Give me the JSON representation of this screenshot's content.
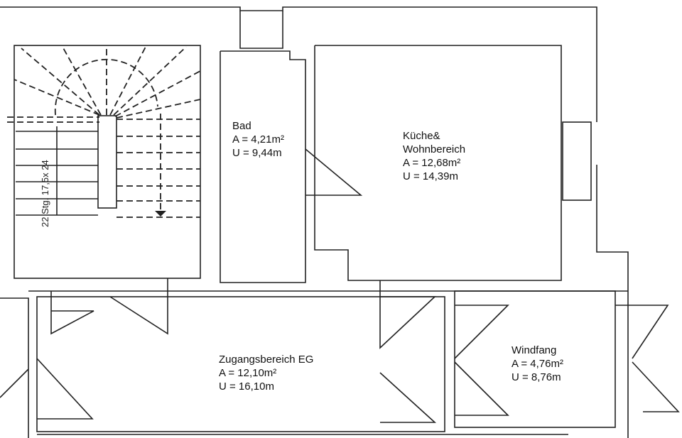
{
  "stair_label": "22 Stg. 17,5x 24",
  "rooms": [
    {
      "name": "Bad",
      "area": "A = 4,21m²",
      "perimeter": "U = 9,44m"
    },
    {
      "name": "Küche&",
      "name2": "Wohnbereich",
      "area": "A = 12,68m²",
      "perimeter": "U = 14,39m"
    },
    {
      "name": "Zugangsbereich EG",
      "area": "A = 12,10m²",
      "perimeter": "U = 16,10m"
    },
    {
      "name": "Windfang",
      "area": "A = 4,76m²",
      "perimeter": "U = 8,76m"
    }
  ]
}
